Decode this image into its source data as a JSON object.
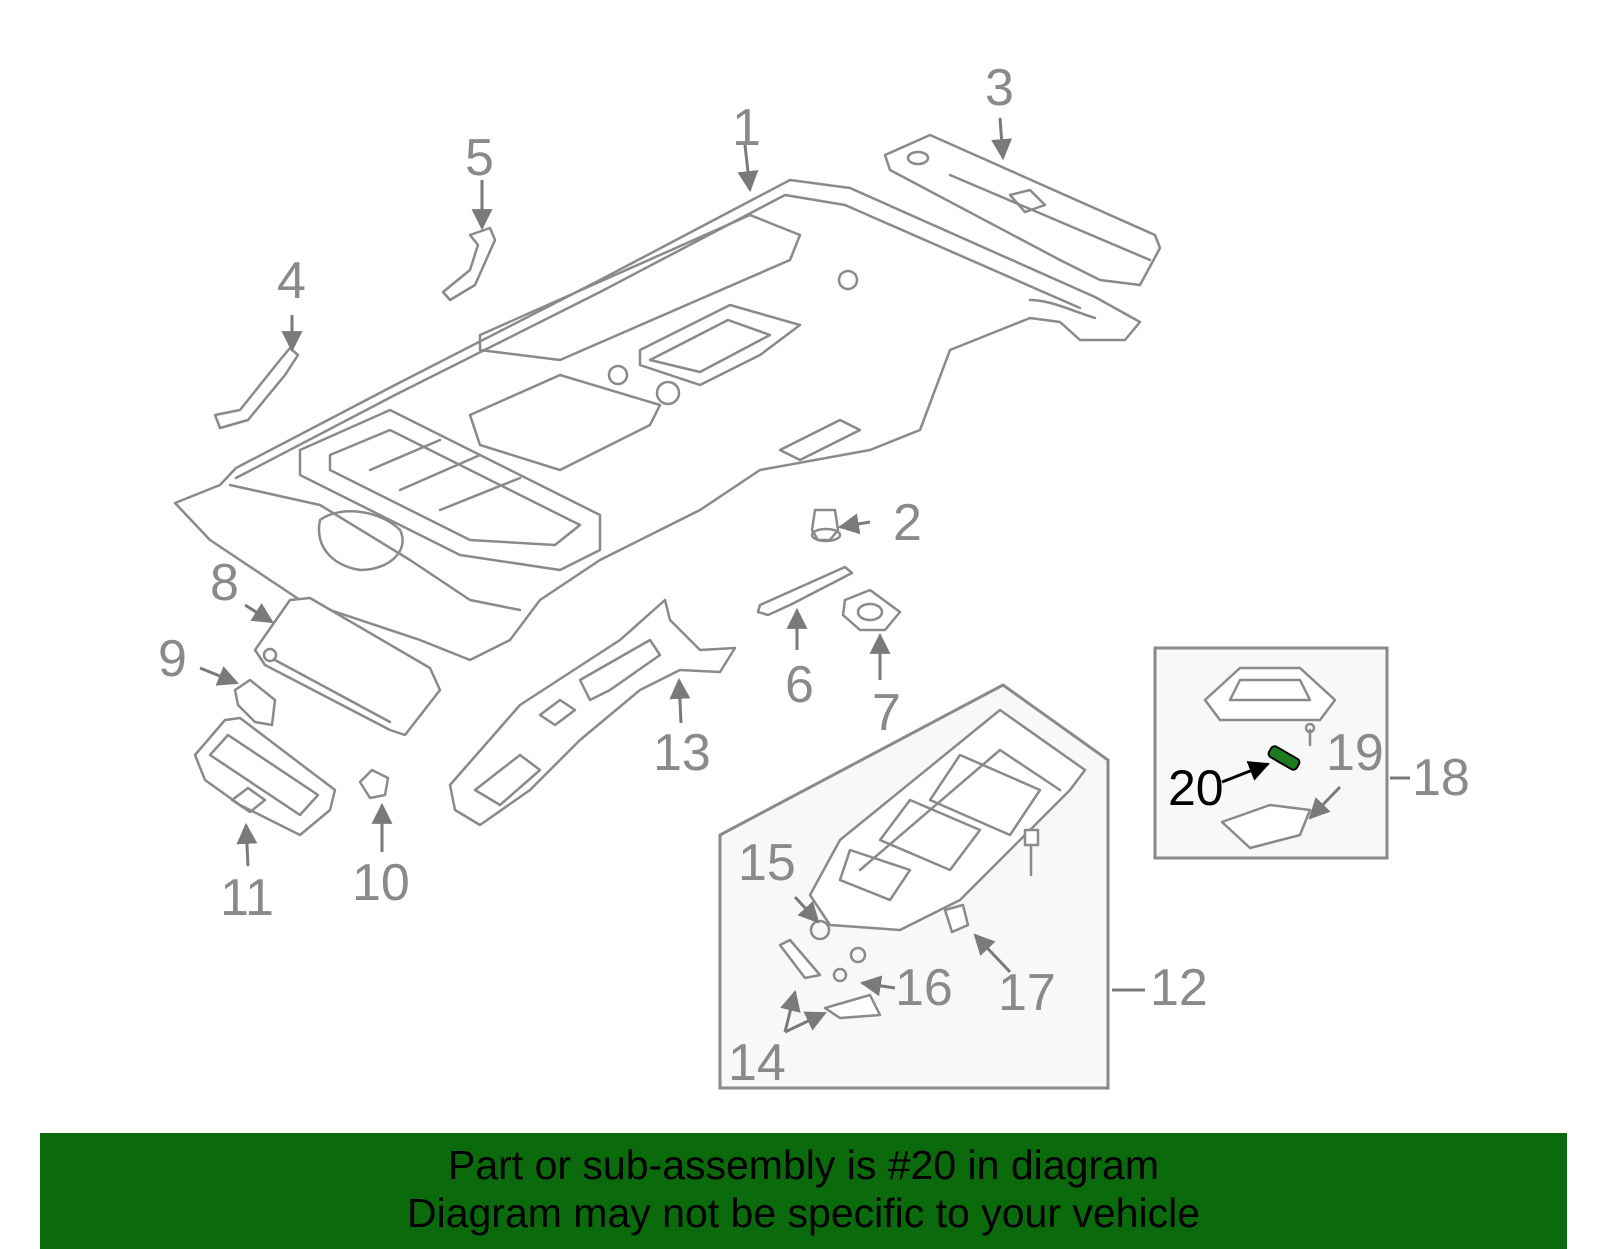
{
  "labels": {
    "p1": "1",
    "p2": "2",
    "p3": "3",
    "p4": "4",
    "p5": "5",
    "p6": "6",
    "p7": "7",
    "p8": "8",
    "p9": "9",
    "p10": "10",
    "p11": "11",
    "p12": "12",
    "p13": "13",
    "p14": "14",
    "p15": "15",
    "p16": "16",
    "p17": "17",
    "p18": "18",
    "p19": "19",
    "p20": "20"
  },
  "colors": {
    "banner_bg": "#0b6a0b",
    "highlight_part": "#1e7a1e",
    "part_stroke": "#8a8a8a"
  },
  "banner": {
    "line1": "Part or sub-assembly is #20 in diagram",
    "line2": "Diagram may not be specific to your vehicle"
  }
}
